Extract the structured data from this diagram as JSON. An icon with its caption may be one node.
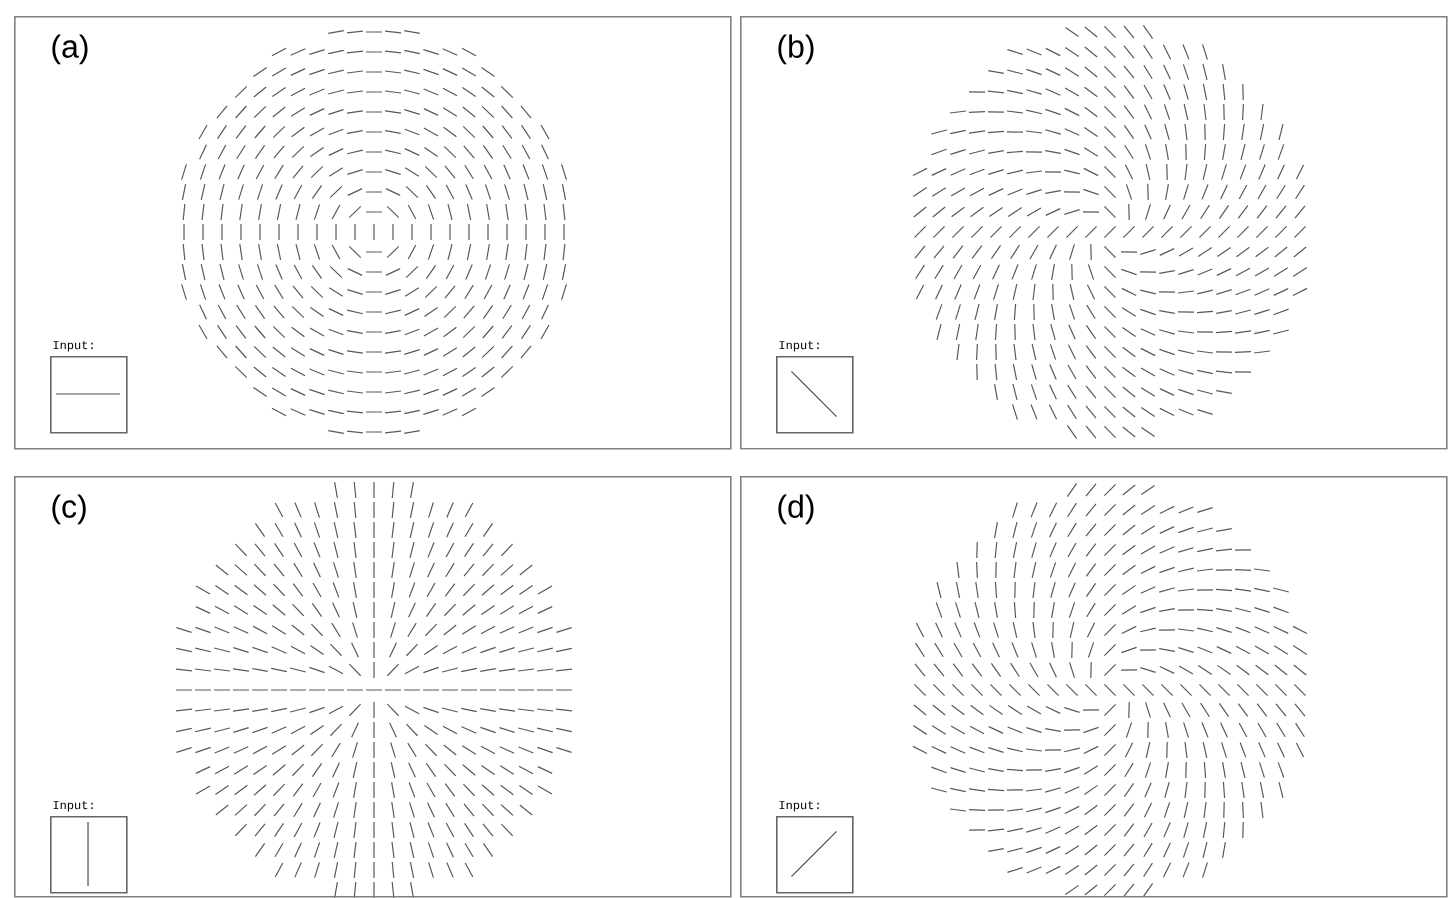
{
  "diagram": {
    "nodes": [
      {
        "text": [
          "(a)"
        ]
      },
      {
        "text": [
          "Input:"
        ],
        "in": 0
      },
      {
        "text": [
          "(b)"
        ]
      },
      {
        "text": [
          "Input:"
        ],
        "in": 2
      },
      {
        "text": [
          "(c)"
        ]
      },
      {
        "text": [
          "Input:"
        ],
        "in": 4
      },
      {
        "text": [
          "(d)"
        ]
      },
      {
        "text": [
          "Input:"
        ],
        "in": 6
      }
    ]
  }
}
